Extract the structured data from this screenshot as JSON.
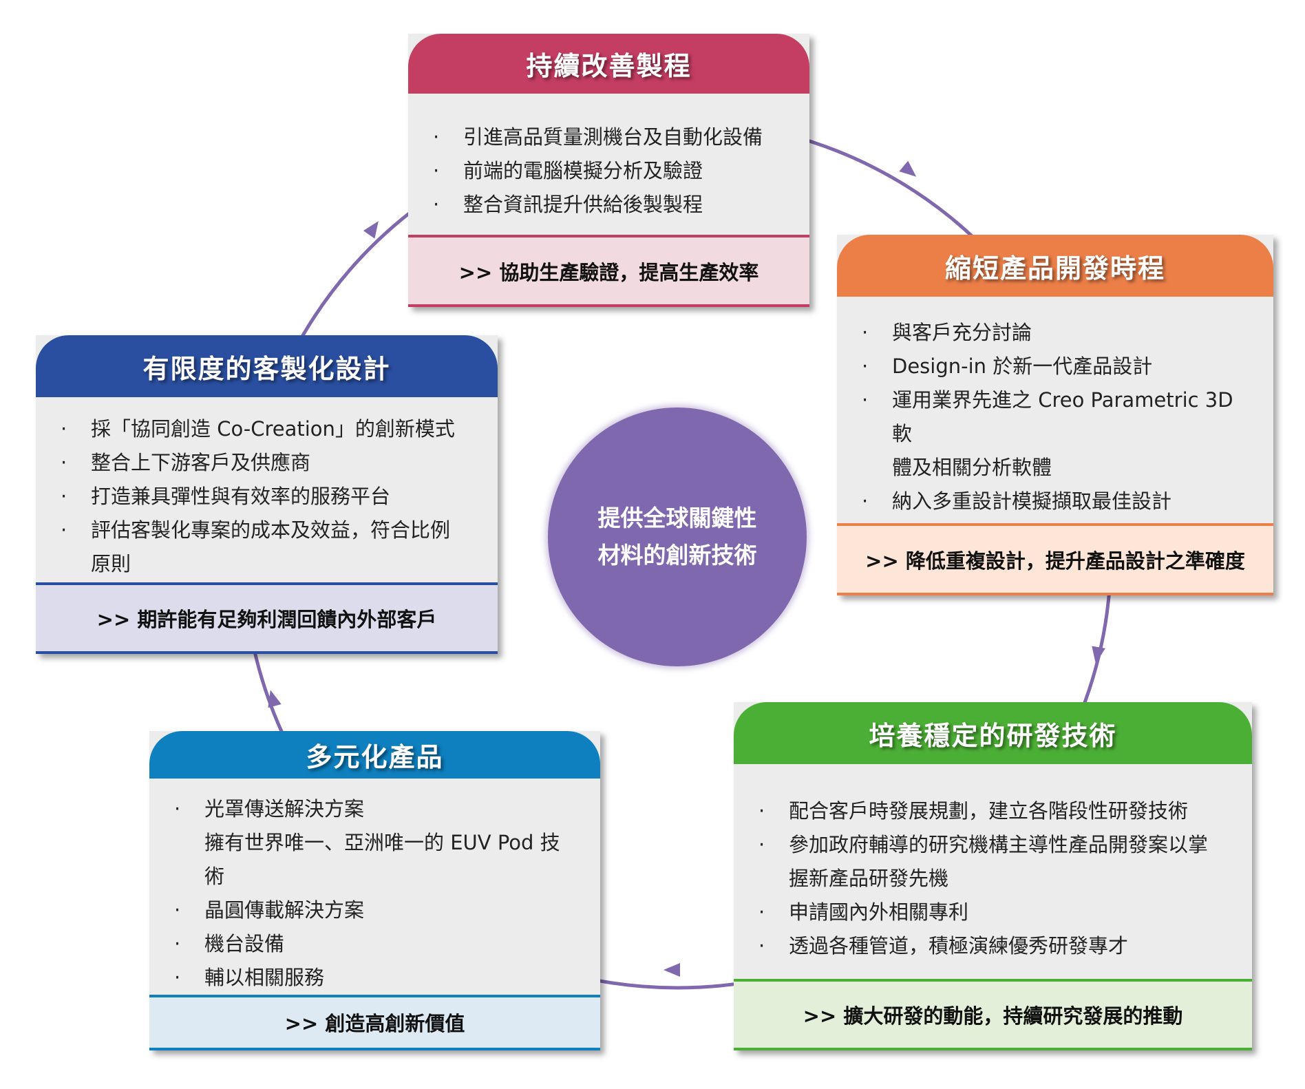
{
  "center": {
    "line1": "提供全球關鍵性",
    "line2": "材料的創新技術"
  },
  "colors": {
    "arrow": "#7f68ad"
  },
  "boxes": [
    {
      "id": "process",
      "title": "持續改善製程",
      "items": [
        "引進高品質量測機台及自動化設備",
        "前端的電腦模擬分析及驗證",
        "整合資訊提升供給後製製程"
      ],
      "footer": ">> 協助生產驗證，提高生產效率"
    },
    {
      "id": "shorten",
      "title": "縮短產品開發時程",
      "items": [
        "與客戶充分討論",
        "Design-in 於新一代產品設計",
        "運用業界先進之 Creo Parametric 3D 軟",
        "體及相關分析軟體",
        "納入多重設計模擬擷取最佳設計"
      ],
      "footer": ">> 降低重複設計，提升產品設計之準確度"
    },
    {
      "id": "rd",
      "title": "培養穩定的研發技術",
      "items": [
        "配合客戶時發展規劃，建立各階段性研發技術",
        "參加政府輔導的研究機構主導性產品開發案以掌",
        "握新產品研發先機",
        "申請國內外相關專利",
        "透過各種管道，積極演練優秀研發專才"
      ],
      "footer": ">> 擴大研發的動能，持續研究發展的推動"
    },
    {
      "id": "diverse",
      "title": "多元化產品",
      "items": [
        "光罩傳送解決方案",
        "擁有世界唯一、亞洲唯一的 EUV Pod 技術",
        "晶圓傳載解決方案",
        "機台設備",
        "輔以相關服務"
      ],
      "footer": ">> 創造高創新價值"
    },
    {
      "id": "custom",
      "title": "有限度的客製化設計",
      "items": [
        "採「協同創造 Co-Creation」的創新模式",
        "整合上下游客戶及供應商",
        "打造兼具彈性與有效率的服務平台",
        "評估客製化專案的成本及效益，符合比例",
        "原則"
      ],
      "footer": ">> 期許能有足夠利潤回饋內外部客戶"
    }
  ]
}
